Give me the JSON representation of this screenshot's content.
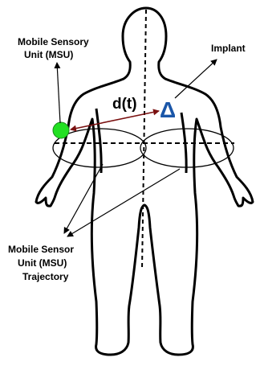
{
  "labels": {
    "msu_top": [
      "Mobile Sensory",
      "Unit (MSU)"
    ],
    "implant": "Implant",
    "distance": "d(t)",
    "implant_symbol": "Δ",
    "trajectory": [
      "Mobile Sensor",
      "Unit (MSU)",
      "Trajectory"
    ]
  },
  "colors": {
    "outline": "#000000",
    "sensor": "#22e022",
    "distance_arrow": "#7a1111",
    "implant_symbol": "#1a56a8"
  }
}
